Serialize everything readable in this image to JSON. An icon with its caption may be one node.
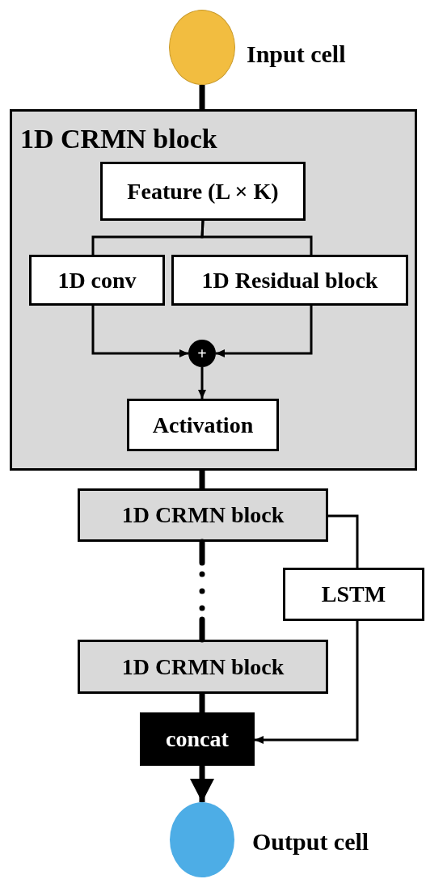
{
  "diagram": {
    "nodes": [
      {
        "text": [],
        "shape": "circle",
        "beside": [
          "Input cell"
        ]
      },
      {
        "text": [
          "1D CRMN block"
        ]
      },
      {
        "text": [
          "Feature (L × K)"
        ],
        "in": 1
      },
      {
        "text": [
          "1D conv"
        ],
        "in": 1
      },
      {
        "text": [
          "1D Residual block"
        ],
        "in": 1
      },
      {
        "text": [
          "+"
        ],
        "in": 1
      },
      {
        "text": [
          "Activation"
        ],
        "in": 1
      },
      {
        "text": [
          "1D CRMN block"
        ]
      },
      {
        "text": [
          "LSTM"
        ]
      },
      {
        "text": [
          "1D CRMN block"
        ]
      },
      {
        "text": [
          "concat"
        ]
      },
      {
        "text": [],
        "shape": "circle",
        "beside": [
          "Output cell"
        ]
      }
    ],
    "edges": [
      {
        "from": 0,
        "to": 1,
        "arrow": "none",
        "style": "thick"
      },
      {
        "from": 2,
        "to": 3,
        "arrow": "none"
      },
      {
        "from": 2,
        "to": 4,
        "arrow": "none"
      },
      {
        "from": 3,
        "to": 5,
        "arrow": "to"
      },
      {
        "from": 4,
        "to": 5,
        "arrow": "to"
      },
      {
        "from": 5,
        "to": 6,
        "arrow": "to"
      },
      {
        "from": 1,
        "to": 7,
        "arrow": "none",
        "style": "thick"
      },
      {
        "from": 7,
        "to": 9,
        "arrow": "none",
        "style": "dashed"
      },
      {
        "from": 7,
        "to": 8,
        "arrow": "none"
      },
      {
        "from": 8,
        "to": 10,
        "arrow": "to"
      },
      {
        "from": 9,
        "to": 10,
        "arrow": "none",
        "style": "thick"
      },
      {
        "from": 10,
        "to": 11,
        "arrow": "to",
        "style": "thick"
      }
    ]
  }
}
